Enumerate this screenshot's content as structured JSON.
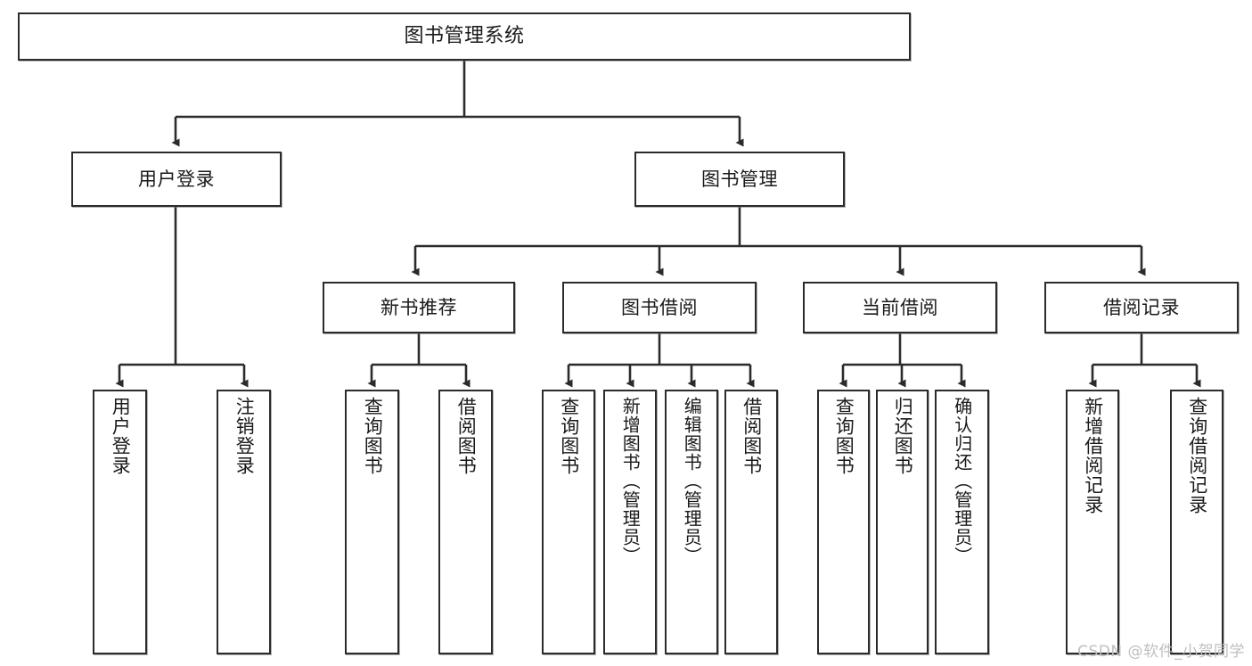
{
  "diagram": {
    "type": "tree",
    "title": "图书管理系统",
    "watermark": "CSDN @软件_小贺同学",
    "colors": {
      "box_border": "#2b2b2b",
      "box_fill": "#ffffff",
      "connector": "#2b2b2b",
      "text": "#1a1a1a",
      "watermark": "#bfbfbf"
    },
    "root": {
      "label": "图书管理系统"
    },
    "level2": [
      {
        "label": "用户登录"
      },
      {
        "label": "图书管理"
      }
    ],
    "level3": [
      {
        "label": "新书推荐"
      },
      {
        "label": "图书借阅"
      },
      {
        "label": "当前借阅"
      },
      {
        "label": "借阅记录"
      }
    ],
    "leaves": {
      "user_login": [
        {
          "label": "用户登录"
        },
        {
          "label": "注销登录"
        }
      ],
      "new_book": [
        {
          "label": "查询图书"
        },
        {
          "label": "借阅图书"
        }
      ],
      "book_borrow": [
        {
          "label": "查询图书"
        },
        {
          "label": "新增图书（管理员）"
        },
        {
          "label": "编辑图书（管理员）"
        },
        {
          "label": "借阅图书"
        }
      ],
      "current_borrow": [
        {
          "label": "查询图书"
        },
        {
          "label": "归还图书"
        },
        {
          "label": "确认归还（管理员）"
        }
      ],
      "borrow_record": [
        {
          "label": "新增借阅记录"
        },
        {
          "label": "查询借阅记录"
        }
      ]
    }
  }
}
